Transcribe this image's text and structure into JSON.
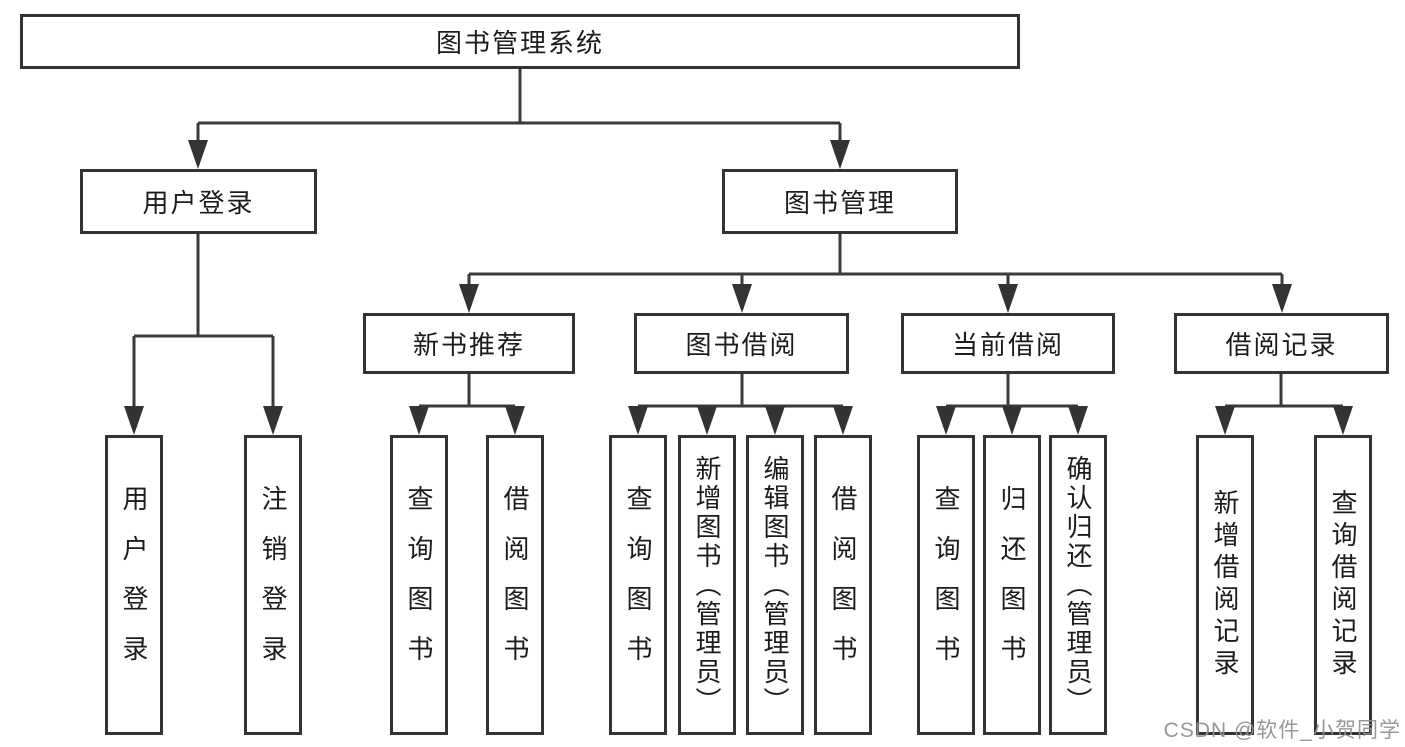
{
  "diagram": {
    "root": {
      "label": "图书管理系统"
    },
    "branches": [
      {
        "label": "用户登录",
        "children": [
          {
            "label": "用户登录"
          },
          {
            "label": "注销登录"
          }
        ]
      },
      {
        "label": "图书管理",
        "children": [
          {
            "label": "新书推荐",
            "children": [
              {
                "label": "查询图书"
              },
              {
                "label": "借阅图书"
              }
            ]
          },
          {
            "label": "图书借阅",
            "children": [
              {
                "label": "查询图书"
              },
              {
                "label": "新增图书（管理员）"
              },
              {
                "label": "编辑图书（管理员）"
              },
              {
                "label": "借阅图书"
              }
            ]
          },
          {
            "label": "当前借阅",
            "children": [
              {
                "label": "查询图书"
              },
              {
                "label": "归还图书"
              },
              {
                "label": "确认归还（管理员）"
              }
            ]
          },
          {
            "label": "借阅记录",
            "children": [
              {
                "label": "新增借阅记录"
              },
              {
                "label": "查询借阅记录"
              }
            ]
          }
        ]
      }
    ]
  },
  "watermark": "CSDN @软件_小贺同学",
  "colors": {
    "border": "#333333",
    "line": "#3a3a3a",
    "text": "#1c1c1c",
    "watermark": "#8e9196",
    "background": "#ffffff"
  }
}
